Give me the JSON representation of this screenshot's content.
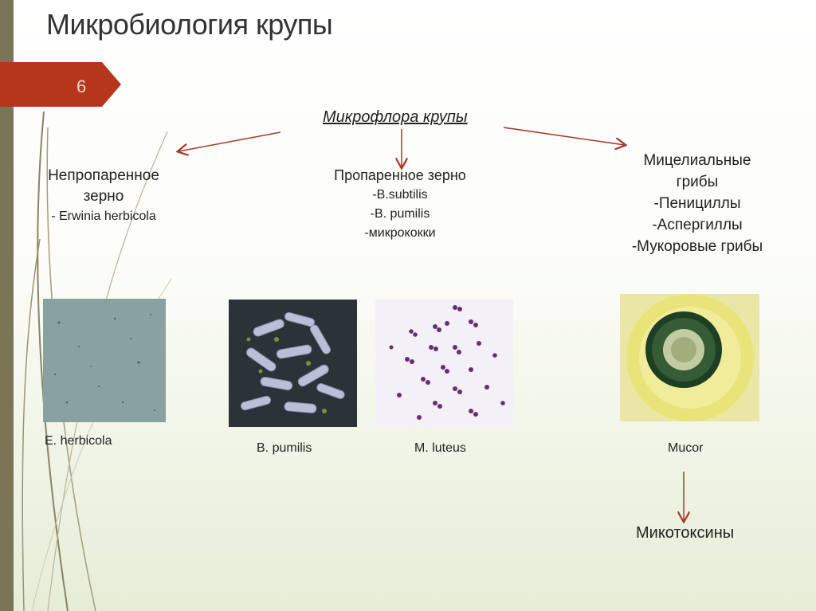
{
  "slide": {
    "title": "Микробиология крупы",
    "number": "6"
  },
  "root": {
    "label": "Микрофлора крупы"
  },
  "branches": {
    "unsteamed": {
      "heading_line1": "Непропаренное",
      "heading_line2": "зерно",
      "items": [
        "-  Erwinia herbicola"
      ]
    },
    "steamed": {
      "heading": "Пропаренное зерно",
      "items": [
        "-B.subtilis",
        "-B. pumilis",
        "-микрококки"
      ]
    },
    "fungi": {
      "heading_line1": "Мицелиальные",
      "heading_line2": "грибы",
      "items": [
        "-Пенициллы",
        "-Аспергиллы",
        "-Мукоровые грибы"
      ]
    }
  },
  "images": {
    "e_herbicola": {
      "caption": "E. herbicola"
    },
    "b_pumilis": {
      "caption": "B. pumilis"
    },
    "m_luteus": {
      "caption": "M. luteus"
    },
    "mucor": {
      "caption": "Mucor"
    }
  },
  "result": {
    "label": "Микотоксины"
  },
  "colors": {
    "accent_tab": "#b5361b",
    "arrow": "#a63a2a",
    "side_bar": "#7a7556"
  }
}
